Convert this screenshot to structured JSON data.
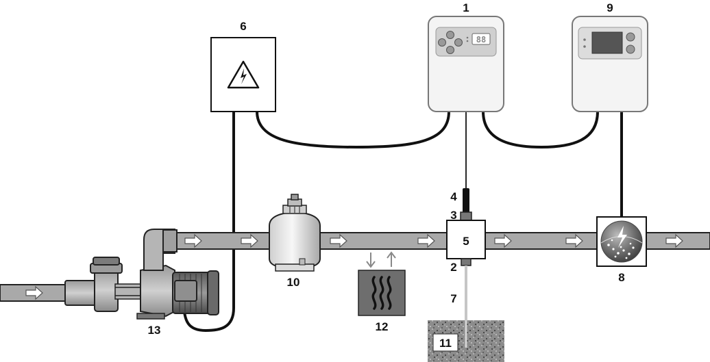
{
  "labels": {
    "l1": "1",
    "l2": "2",
    "l3": "3",
    "l4": "4",
    "l5": "5",
    "l6": "6",
    "l7": "7",
    "l8": "8",
    "l9": "9",
    "l10": "10",
    "l11": "11",
    "l12": "12",
    "l13": "13"
  },
  "display1": "88",
  "colors": {
    "pipe": "#a9a9a9",
    "cable": "#111111",
    "housing": "#f2f2f2",
    "heater": "#6e6e6e",
    "ground": "#8c8c8c"
  }
}
